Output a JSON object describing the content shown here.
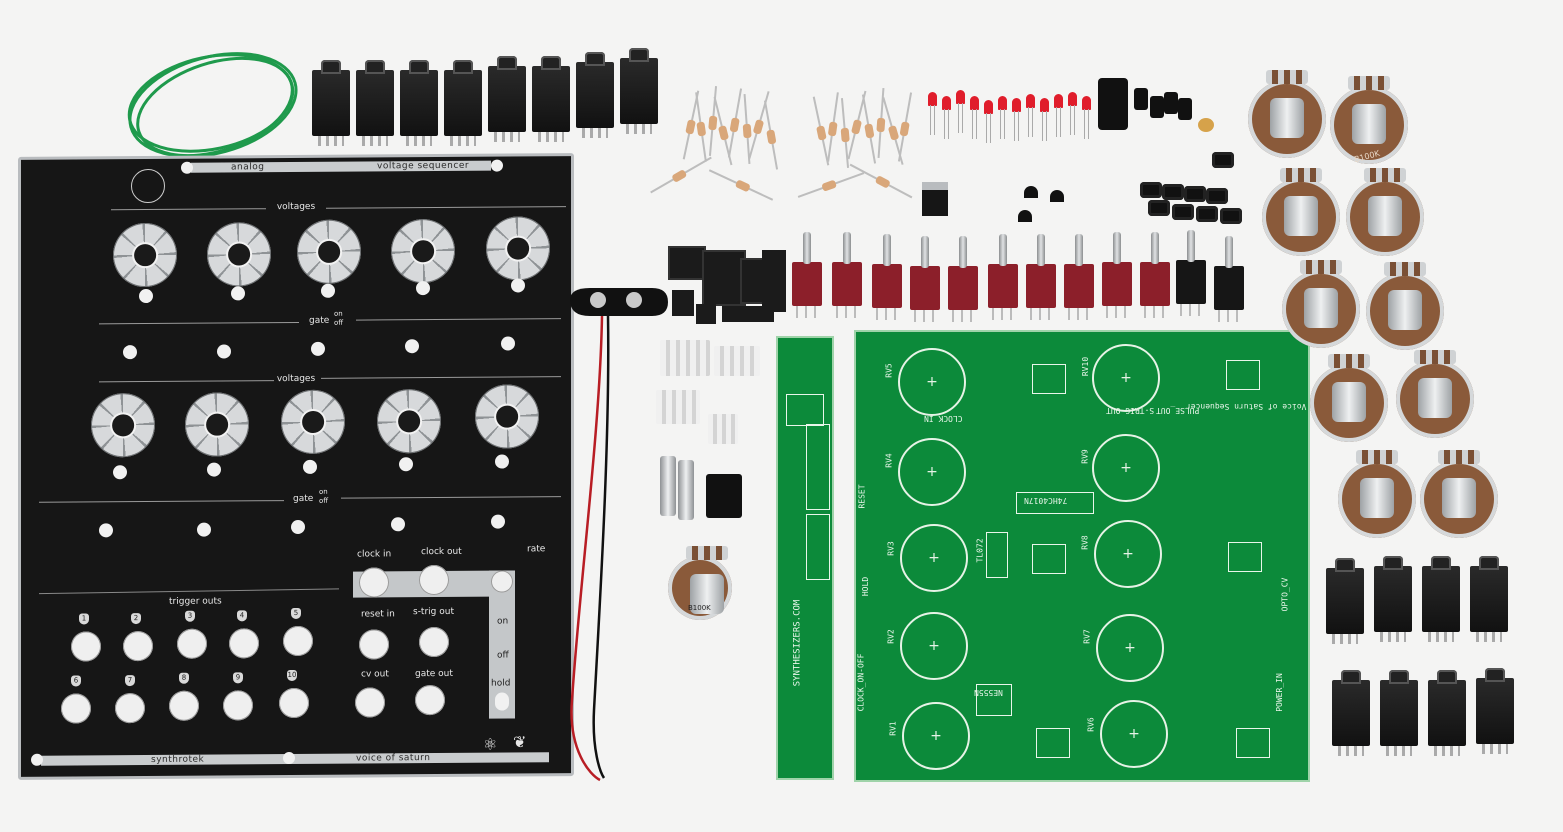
{
  "panel": {
    "header_left": "analog",
    "header_right": "voltage sequencer",
    "section_voltages_top": "voltages",
    "section_gate_top": "gate",
    "section_voltages_bottom": "voltages",
    "section_gate_bottom": "gate",
    "gate_on": "on",
    "gate_off": "off",
    "clock_in": "clock in",
    "clock_out": "clock out",
    "rate": "rate",
    "reset_in": "reset in",
    "s_trig_out": "s-trig out",
    "cv_out": "cv out",
    "gate_out": "gate out",
    "switch_on": "on",
    "switch_off": "off",
    "switch_hold": "hold",
    "trigger_outs": "trigger outs",
    "trigger_numbers": [
      "1",
      "2",
      "3",
      "4",
      "5",
      "6",
      "7",
      "8",
      "9",
      "10"
    ],
    "footer_left": "synthrotek",
    "footer_right": "voice of saturn"
  },
  "small_pcb": {
    "vertical_text": "SYNTHESIZERS.COM"
  },
  "main_pcb": {
    "labels": [
      "RV5",
      "RV10",
      "RV4",
      "RV9",
      "RV3",
      "RV8",
      "RV2",
      "RV7",
      "RV1",
      "RV6"
    ],
    "left_labels": [
      "RESET",
      "HOLD",
      "CLOCK_ON-OFF"
    ],
    "chip_label": "74HC4017N",
    "chip_label_2": "TL072",
    "chip_label_3": "NE555N",
    "right_labels": [
      "CLOCK_IN",
      "PULSE_OUT",
      "S-TRIG-OUT",
      "OPTO_CV",
      "POWER_IN"
    ],
    "header_text": "Voice of Saturn Sequencer"
  },
  "pot_marking": "B100K",
  "colors": {
    "background": "#f4f4f3",
    "panel": "#161616",
    "pcb": "#0c8a3a",
    "switch_red": "#8c1f2a",
    "led": "#e01d2b",
    "wire": "#1f9a4c"
  }
}
